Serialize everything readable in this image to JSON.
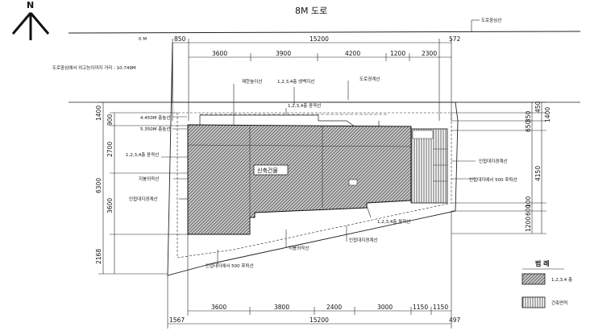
{
  "north_label": "N",
  "road_title": "8M 도로",
  "road_center_label": "도로중심선",
  "road_zero": "0 M",
  "road_distance_note": "도로중심에서 외고능이까지 거리 : 10.749M",
  "top_dims": {
    "left": "850",
    "total": "15200",
    "right": "572"
  },
  "top_sub_dims": [
    "3600",
    "3900",
    "4200",
    "1200",
    "2300"
  ],
  "bottom_sub_dims": [
    "3600",
    "3800",
    "2400",
    "3000",
    "1150",
    "1150"
  ],
  "bottom_dims": {
    "left": "1567",
    "total": "15200",
    "right": "497"
  },
  "left_dims": [
    "1400",
    "900",
    "2700",
    "6300",
    "3600",
    "2168"
  ],
  "right_dims": [
    "450",
    "1400",
    "350",
    "650",
    "4150",
    "100",
    "600",
    "1200"
  ],
  "labels": {
    "limit_line_1": "제한높이선",
    "setback_1234": "1,2,3,4층 셋백지선",
    "road_boundary": "도로경계선",
    "outline_1234_top": "1,2,3,4층 윤곽선",
    "height_4450": "4.450M 층높선",
    "height_5350": "5.350M 층높선",
    "outline_1234_left": "1,2,3,4층 윤곽선",
    "limit_line_left": "지붕외곽선",
    "adjacent_boundary_left": "인접대지경계선",
    "adjacent_boundary_right": "인접대지경계선",
    "adjacent_500_right": "인접대지에서 500 후퇴선",
    "center_room": "신축건물",
    "outline_1234_bottom": "1,2,3,4층 윤곽선",
    "adjacent_boundary_bottom": "인접대지경계선",
    "limit_line_bottom": "지붕외곽선",
    "adjacent_500_bottom": "인접대지에서 500 후퇴선"
  },
  "legend": {
    "title": "범 례",
    "item1": "1,2,3,4 층",
    "item2": "건축면적"
  }
}
